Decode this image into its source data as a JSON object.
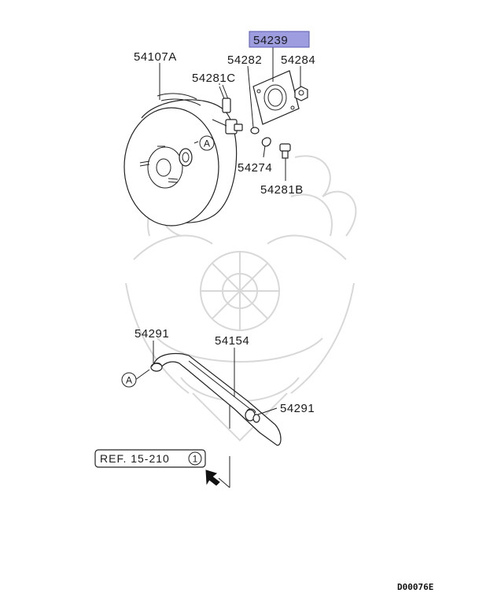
{
  "colors": {
    "highlight_fill": "#9d9de0",
    "highlight_stroke": "#5a5ab0",
    "line": "#222222",
    "watermark": "#d8d8d8"
  },
  "parts": {
    "p54239": "54239",
    "p54107a": "54107A",
    "p54282": "54282",
    "p54284": "54284",
    "p54281c": "54281C",
    "p54274": "54274",
    "p54281b": "54281B",
    "p54291_left": "54291",
    "p54154": "54154",
    "p54291_right": "54291"
  },
  "markers": {
    "ref_a_top": "A",
    "ref_a_bottom": "A"
  },
  "reference": {
    "label": "REF. 15-210",
    "circled_number": "1"
  },
  "diagram_code": "D00076E",
  "icons": [
    "brake-booster-icon",
    "gasket-plate-icon",
    "nut-icon",
    "check-valve-icon",
    "vacuum-hose-icon",
    "arrow-icon",
    "watermark-logo-icon"
  ]
}
